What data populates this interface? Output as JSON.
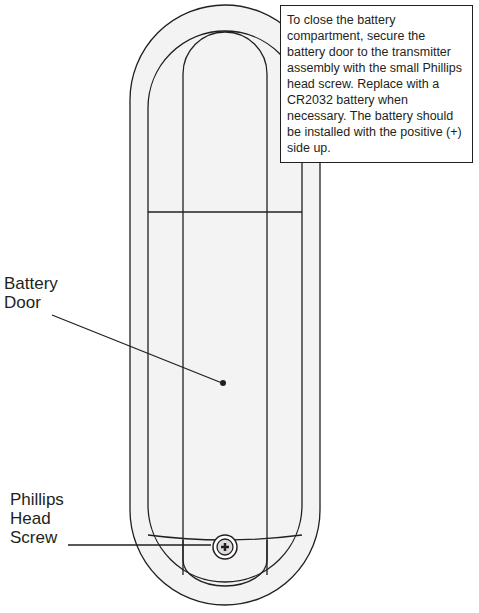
{
  "diagram": {
    "nodes": [
      {
        "text": [
          "To close the battery compartment, secure the battery door to the transmitter assembly with the small Phillips head screw. Replace with a CR2032 battery when necessary. The battery should be installed with the positive (+) side up."
        ]
      }
    ],
    "labels": [
      "Battery Door",
      "Phillips Head Screw"
    ]
  }
}
